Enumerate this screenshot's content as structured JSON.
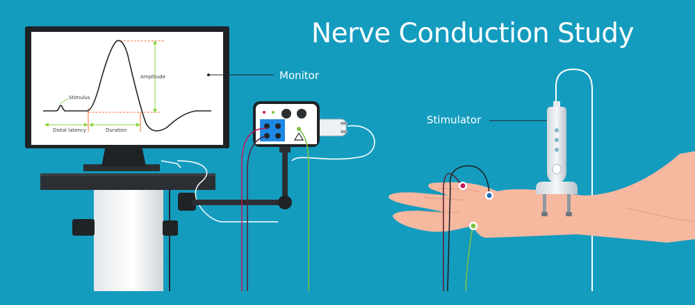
{
  "title": "Nerve Conduction Study",
  "callouts": {
    "monitor": "Monitor",
    "stimulator": "Stimulator"
  },
  "waveform_labels": {
    "stimulus": "Stimulus",
    "amplitude": "Amplitude",
    "distal_latency": "Distal latency",
    "duration": "Duration"
  },
  "colors": {
    "background": "#149cbf",
    "skin": "#f7b8a0",
    "guide_orange": "#ff6b2c",
    "guide_green": "#8cd63f",
    "electrode_red": "#c2185b",
    "electrode_blue": "#1e6fb8",
    "electrode_green": "#7cc242"
  }
}
